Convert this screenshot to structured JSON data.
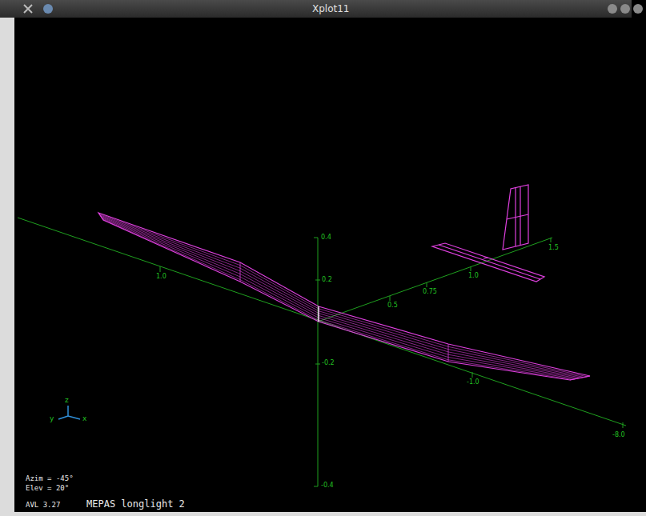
{
  "diagram": {
    "title": "Xplot11",
    "labels": [
      "0.4",
      "0.2",
      "-0.2",
      "-0.4",
      "1.0",
      "-1.0",
      "-8.0",
      "0.5",
      "0.75",
      "1.0",
      "1.5",
      "z",
      "y",
      "x",
      "Azim = -45°",
      "Elev = 20°",
      "AVL 3.27",
      "MEPAS longlight 2"
    ]
  }
}
